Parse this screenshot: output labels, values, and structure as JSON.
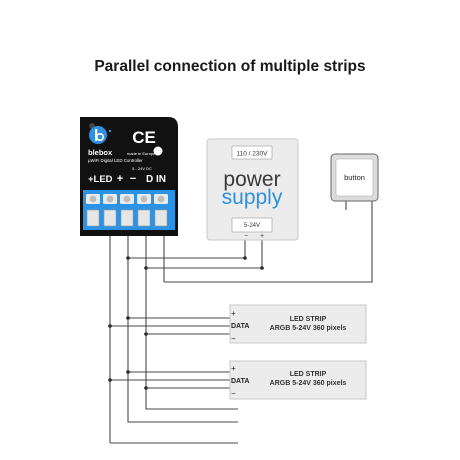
{
  "title": "Parallel connection of multiple strips",
  "controller": {
    "ce_mark": "CE",
    "brand": "blebox",
    "made_in": "made in Europe",
    "product": "µWiFi Digital LED Controller",
    "voltage": "5 - 24V DC",
    "terminals": [
      "+LED",
      "+",
      "−",
      "D IN"
    ]
  },
  "power_supply": {
    "input": "110 / 230V",
    "word1": "power",
    "word2": "supply",
    "output": "5-24V",
    "minus": "−",
    "plus": "+"
  },
  "button": {
    "label": "button"
  },
  "strips": [
    {
      "pin_plus": "+",
      "pin_data": "DATA",
      "pin_minus": "−",
      "line1": "LED STRIP",
      "line2": "ARGB 5-24V 360 pixels"
    },
    {
      "pin_plus": "+",
      "pin_data": "DATA",
      "pin_minus": "−",
      "line1": "LED STRIP",
      "line2": "ARGB 5-24V 360 pixels"
    }
  ]
}
